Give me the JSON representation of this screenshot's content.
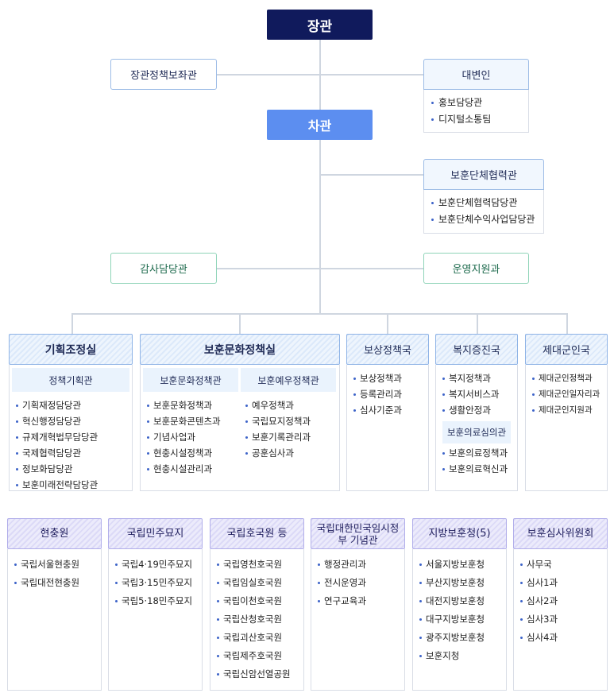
{
  "minister": "장관",
  "policy_advisor": "장관정책보좌관",
  "spokesperson": {
    "title": "대변인",
    "items": [
      "홍보담당관",
      "디지털소통팀"
    ]
  },
  "vice_minister": "차관",
  "veterans_org": {
    "title": "보훈단체협력관",
    "items": [
      "보훈단체협력담당관",
      "보훈단체수익사업담당관"
    ]
  },
  "audit": "감사담당관",
  "operations": "운영지원과",
  "departments": [
    {
      "title": "기획조정실",
      "sub": "정책기획관",
      "items": [
        "기획재정담당관",
        "혁신행정담당관",
        "규제개혁법무담당관",
        "국제협력담당관",
        "정보화담당관",
        "보훈미래전략담당관"
      ]
    },
    {
      "title": "보훈문화정책실",
      "columns": [
        {
          "sub": "보훈문화정책관",
          "items": [
            "보훈문화정책과",
            "보훈문화콘텐츠과",
            "기념사업과",
            "현충시설정책과",
            "현충시설관리과"
          ]
        },
        {
          "sub": "보훈예우정책관",
          "items": [
            "예우정책과",
            "국립묘지정책과",
            "보훈기록관리과",
            "공훈심사과"
          ]
        }
      ]
    },
    {
      "title": "보상정책국",
      "items": [
        "보상정책과",
        "등록관리과",
        "심사기준과"
      ]
    },
    {
      "title": "복지증진국",
      "items": [
        "복지정책과",
        "복지서비스과",
        "생활안정과"
      ],
      "sub": "보훈의료심의관",
      "sub_items": [
        "보훈의료정책과",
        "보훈의료혁신과"
      ]
    },
    {
      "title": "제대군인국",
      "items": [
        "제대군인정책과",
        "제대군인일자리과",
        "제대군인지원과"
      ]
    }
  ],
  "organizations": [
    {
      "title": "현충원",
      "items": [
        "국립서울현충원",
        "국립대전현충원"
      ]
    },
    {
      "title": "국립민주묘지",
      "items": [
        "국립4·19민주묘지",
        "국립3·15민주묘지",
        "국립5·18민주묘지"
      ]
    },
    {
      "title": "국립호국원 등",
      "items": [
        "국립영천호국원",
        "국립임실호국원",
        "국립이천호국원",
        "국립산청호국원",
        "국립괴산호국원",
        "국립제주호국원",
        "국립신암선열공원"
      ]
    },
    {
      "title": "국립대한민국임시정부 기념관",
      "items": [
        "행정관리과",
        "전시운영과",
        "연구교육과"
      ]
    },
    {
      "title": "지방보훈청(5)",
      "items": [
        "서울지방보훈청",
        "부산지방보훈청",
        "대전지방보훈청",
        "대구지방보훈청",
        "광주지방보훈청",
        "보훈지청"
      ]
    },
    {
      "title": "보훈심사위원회",
      "items": [
        "사무국",
        "심사1과",
        "심사2과",
        "심사3과",
        "심사4과"
      ]
    }
  ]
}
